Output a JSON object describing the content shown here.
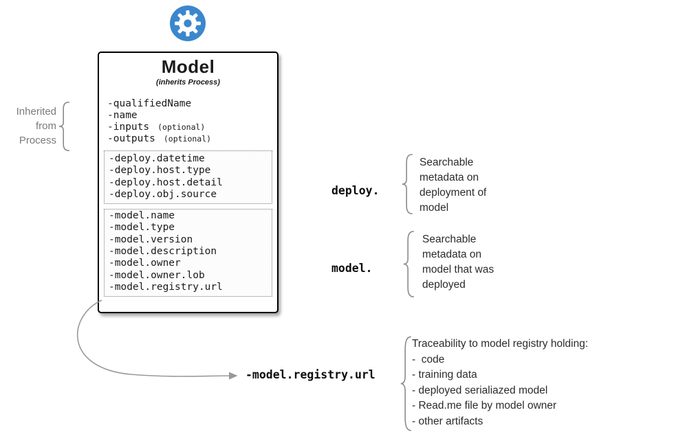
{
  "colors": {
    "gear_blue": "#3b87cd",
    "brace_gray": "#8a8a8a",
    "muted_text": "#7a7a7a",
    "arrow_gray": "#999999"
  },
  "model_box": {
    "title": "Model",
    "subtitle": "(inherits Process)",
    "inherited_attrs": [
      {
        "name": "-qualifiedName",
        "suffix": ""
      },
      {
        "name": "-name",
        "suffix": ""
      },
      {
        "name": "-inputs",
        "suffix": "(optional)"
      },
      {
        "name": "-outputs",
        "suffix": "(optional)"
      }
    ],
    "deploy_attrs": [
      "-deploy.datetime",
      "-deploy.host.type",
      "-deploy.host.detail",
      "-deploy.obj.source"
    ],
    "model_attrs": [
      "-model.name",
      "-model.type",
      "-model.version",
      "-model.description",
      "-model.owner",
      "-model.owner.lob",
      "-model.registry.url"
    ]
  },
  "left_annotation": {
    "text": "Inherited\nfrom\nProcess"
  },
  "deploy_annotation": {
    "label": "deploy.",
    "description": "Searchable\nmetadata on\ndeployment of\nmodel"
  },
  "model_annotation": {
    "label": "model.",
    "description": "Searchable\nmetadata on\nmodel that was\ndeployed"
  },
  "registry_callout": {
    "label": "-model.registry.url",
    "title": "Traceability to model registry holding:",
    "items": [
      "-  code",
      "- training data",
      "- deployed serialiazed model",
      "- Read.me file by model owner",
      "- other artifacts"
    ]
  }
}
